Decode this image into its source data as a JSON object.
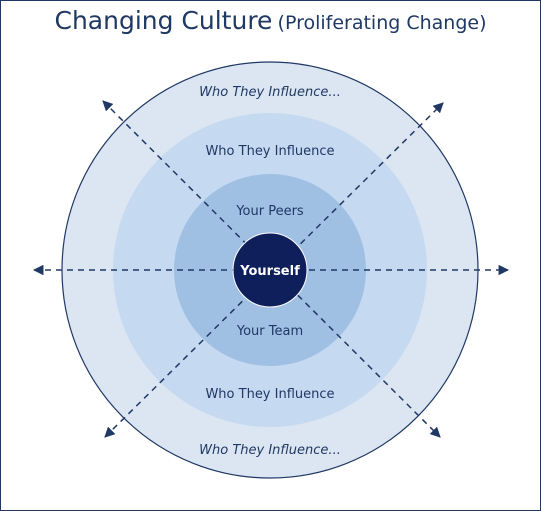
{
  "title": {
    "main": "Changing Culture",
    "sub": "(Proliferating Change)"
  },
  "rings": {
    "outer_top": "Who They Influence...",
    "outer_bottom": "Who They Influence...",
    "middle_top": "Who They Influence",
    "middle_bottom": "Who They Influence",
    "inner_top": "Your Peers",
    "inner_bottom": "Your Team",
    "center": "Yourself"
  },
  "colors": {
    "outer_ring": "#dce6f2",
    "middle_ring": "#c5d9f1",
    "inner_ring": "#9fbfe3",
    "center": "#0f1f5c",
    "text": "#1f3864",
    "arrows": "#1f3864"
  }
}
